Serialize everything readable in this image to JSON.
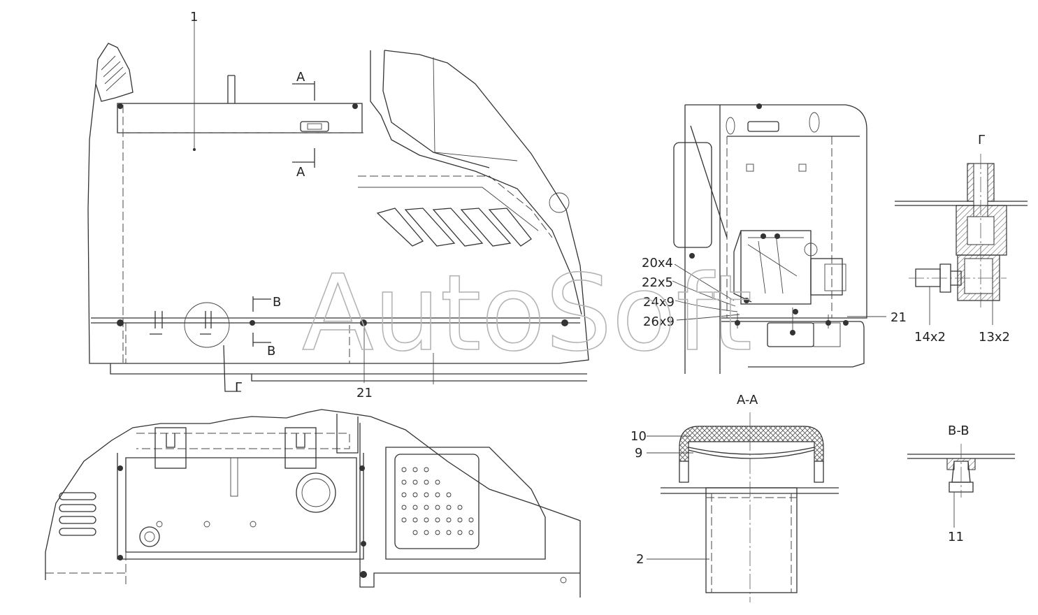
{
  "watermark": "AutoSoft",
  "callouts": {
    "main_1": "1",
    "main_21": "21",
    "side_21": "21",
    "gamma_view": "Г",
    "section_a_top": "A",
    "section_a_bottom": "A",
    "section_b_top": "B",
    "section_b_bottom": "B",
    "gamma_detail_title": "Г",
    "gamma_left_size": "14x2",
    "gamma_right_size": "13x2",
    "aa_title": "A-A",
    "aa_10": "10",
    "aa_9": "9",
    "aa_2": "2",
    "bb_title": "B-B",
    "bb_11": "11"
  },
  "sizes": [
    "20x4",
    "22x5",
    "24x9",
    "26x9"
  ],
  "colors": {
    "line": "#333333",
    "watermark": "#b4b4b4",
    "background": "#ffffff"
  }
}
